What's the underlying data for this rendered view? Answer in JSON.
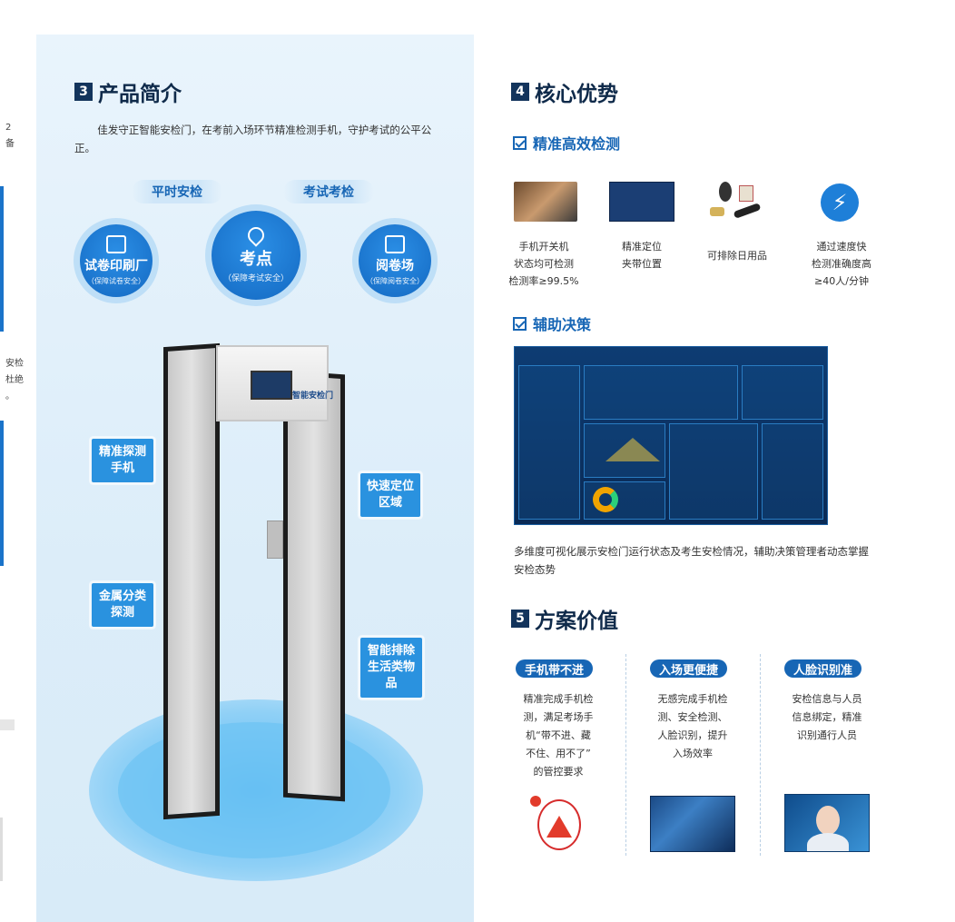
{
  "left_edge": {
    "fragments": [
      "2",
      "备",
      "安检",
      "杜绝",
      "。"
    ]
  },
  "product_intro": {
    "number": "3",
    "title": "产品简介",
    "description": "佳发守正智能安检门，在考前入场环节精准检测手机，守护考试的公平公正。",
    "scene_pills": [
      "平时安检",
      "考试考检"
    ],
    "scenes": [
      {
        "name": "试卷印刷厂",
        "sub": "（保障试卷安全）",
        "icon": "printer-icon"
      },
      {
        "name": "考点",
        "sub": "（保障考试安全）",
        "icon": "location-pin-icon"
      },
      {
        "name": "阅卷场",
        "sub": "（保障阅卷安全）",
        "icon": "monitor-icon"
      }
    ],
    "gate_label": "智能安检门",
    "callouts": {
      "detect_phone": [
        "精准探测",
        "手机"
      ],
      "locate_area": [
        "快速定位",
        "区域"
      ],
      "metal_classify": [
        "金属分类",
        "探测"
      ],
      "exclude_items": [
        "智能排除",
        "生活类物品"
      ]
    }
  },
  "core_advantages": {
    "number": "4",
    "title": "核心优势",
    "precise_title": "精准高效检测",
    "features": [
      {
        "lines": [
          "手机开关机",
          "状态均可检测",
          "检测率≥99.5%"
        ],
        "icon": "phone-hand-photo"
      },
      {
        "lines": [
          "精准定位",
          "夹带位置"
        ],
        "icon": "gate-screen-photo"
      },
      {
        "lines": [
          "可排除日用品"
        ],
        "icon": "daily-items-photo"
      },
      {
        "lines": [
          "通过速度快",
          "检测准确度高",
          "≥40人/分钟"
        ],
        "icon": "lightning-icon"
      }
    ],
    "decision_title": "辅助决策",
    "dashboard_desc": "多维度可视化展示安检门运行状态及考生安检情况，辅助决策管理者动态掌握安检态势"
  },
  "solution_value": {
    "number": "5",
    "title": "方案价值",
    "items": [
      {
        "tag": "手机带不进",
        "lines": [
          "精准完成手机检",
          "测，满足考场手",
          "机“带不进、藏",
          "不住、用不了”",
          "的管控要求"
        ],
        "icon": "warning-phone-icon"
      },
      {
        "tag": "入场更便捷",
        "lines": [
          "无感完成手机检",
          "测、安全检测、",
          "人脸识别，提升",
          "入场效率"
        ],
        "icon": "screen-photo"
      },
      {
        "tag": "人脸识别准",
        "lines": [
          "安检信息与人员",
          "信息绑定，精准",
          "识别通行人员"
        ],
        "icon": "face-photo"
      }
    ]
  },
  "colors": {
    "primary": "#1766b5",
    "navy": "#13345c",
    "panel_bg": "#e3f0fa",
    "callout": "#2a92df"
  }
}
